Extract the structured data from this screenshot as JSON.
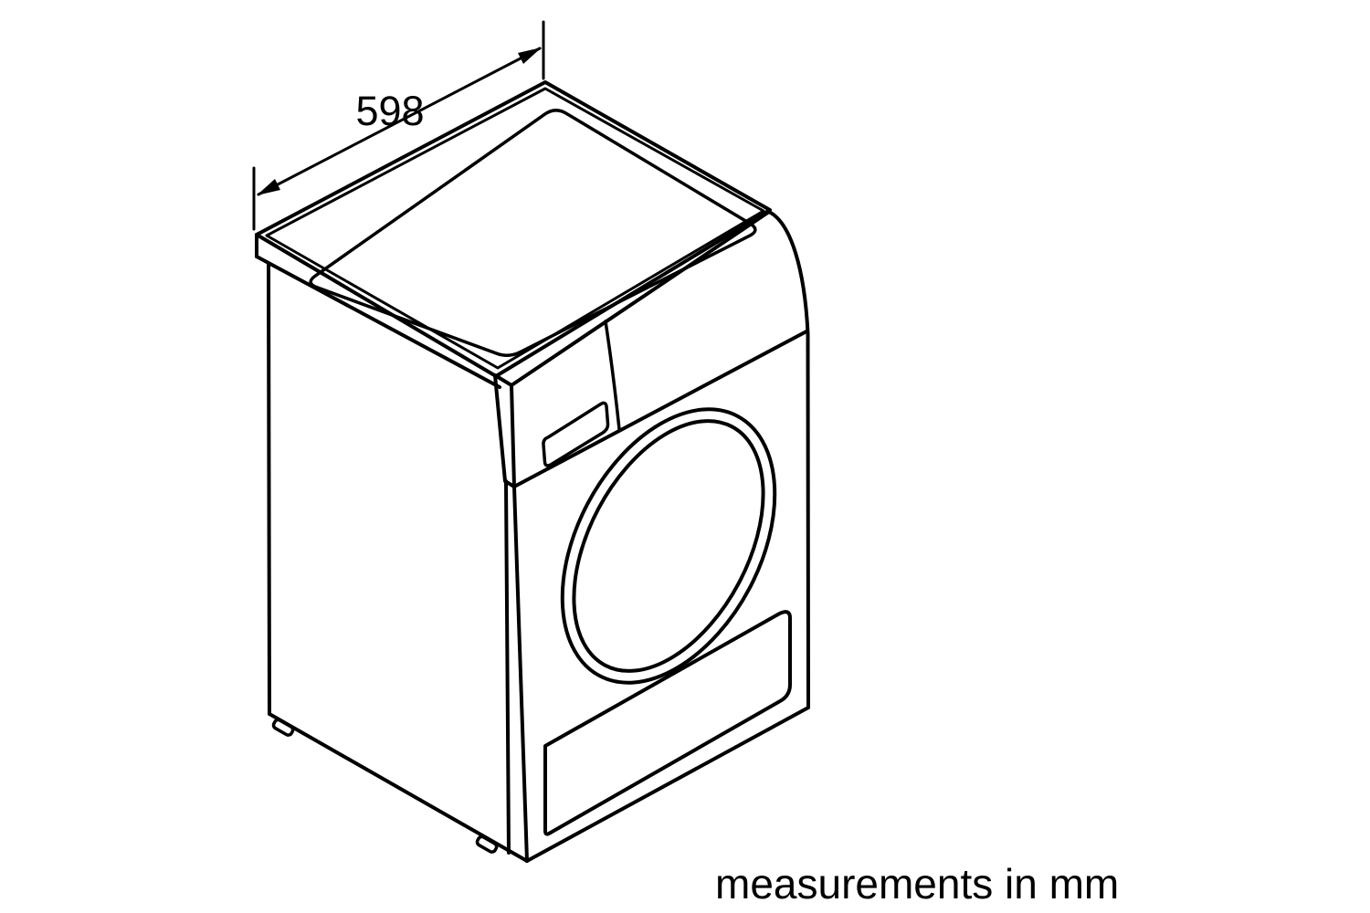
{
  "figure": {
    "kind": "isometric technical line drawing",
    "subject": "front-loading laundry appliance (tumble dryer) with worktop, control panel, display window, round door, service flap and feet"
  },
  "dimension_annotation": {
    "value": "598"
  },
  "footer_note": {
    "text": "measurements in mm"
  },
  "palette": {
    "background": "#ffffff",
    "line": "#000000",
    "text": "#000000"
  }
}
